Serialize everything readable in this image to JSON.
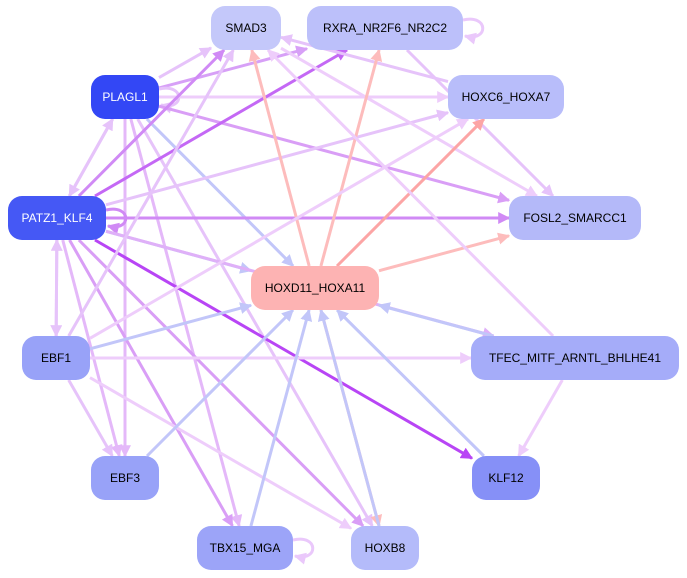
{
  "diagram": {
    "type": "directed-network",
    "nodes": [
      {
        "id": "SMAD3",
        "label": "SMAD3",
        "fill": "#c4c8fa",
        "text": "#000000"
      },
      {
        "id": "RXRA",
        "label": "RXRA_NR2F6_NR2C2",
        "fill": "#bcc0fa",
        "text": "#000000"
      },
      {
        "id": "PLAGL1",
        "label": "PLAGL1",
        "fill": "#3347f5",
        "text": "#ffffff"
      },
      {
        "id": "HOXC6",
        "label": "HOXC6_HOXA7",
        "fill": "#b8bdfa",
        "text": "#000000"
      },
      {
        "id": "PATZ1",
        "label": "PATZ1_KLF4",
        "fill": "#4558f5",
        "text": "#ffffff"
      },
      {
        "id": "FOSL2",
        "label": "FOSL2_SMARCC1",
        "fill": "#b4b9f9",
        "text": "#000000"
      },
      {
        "id": "HOXD11",
        "label": "HOXD11_HOXA11",
        "fill": "#fdb3b3",
        "text": "#000000"
      },
      {
        "id": "EBF1",
        "label": "EBF1",
        "fill": "#98a2f8",
        "text": "#000000"
      },
      {
        "id": "TFEC",
        "label": "TFEC_MITF_ARNTL_BHLHE41",
        "fill": "#a5acf9",
        "text": "#000000"
      },
      {
        "id": "EBF3",
        "label": "EBF3",
        "fill": "#98a2f8",
        "text": "#000000"
      },
      {
        "id": "KLF12",
        "label": "KLF12",
        "fill": "#8690f7",
        "text": "#000000"
      },
      {
        "id": "TBX15",
        "label": "TBX15_MGA",
        "fill": "#9ca4f8",
        "text": "#000000"
      },
      {
        "id": "HOXB8",
        "label": "HOXB8",
        "fill": "#b4bbfa",
        "text": "#000000"
      }
    ],
    "edges": [
      {
        "from": "PLAGL1",
        "to": "SMAD3",
        "color": "#e6c3fa"
      },
      {
        "from": "PLAGL1",
        "to": "RXRA",
        "color": "#d7a0f7"
      },
      {
        "from": "PLAGL1",
        "to": "PLAGL1",
        "color": "#e6c3fa"
      },
      {
        "from": "PLAGL1",
        "to": "HOXC6",
        "color": "#eecdfb"
      },
      {
        "from": "PLAGL1",
        "to": "FOSL2",
        "color": "#d99ef6"
      },
      {
        "from": "PLAGL1",
        "to": "HOXD11",
        "color": "#c2c6f9"
      },
      {
        "from": "PLAGL1",
        "to": "PATZ1",
        "color": "#e6c3fa"
      },
      {
        "from": "PLAGL1",
        "to": "EBF3",
        "color": "#e4b8f9"
      },
      {
        "from": "PLAGL1",
        "to": "TBX15",
        "color": "#e4b8f9"
      },
      {
        "from": "PLAGL1",
        "to": "HOXB8",
        "color": "#e6c3fa"
      },
      {
        "from": "PATZ1",
        "to": "PLAGL1",
        "color": "#e6c3fa"
      },
      {
        "from": "PATZ1",
        "to": "SMAD3",
        "color": "#d08af5"
      },
      {
        "from": "PATZ1",
        "to": "RXRA",
        "color": "#c468f5"
      },
      {
        "from": "PATZ1",
        "to": "PATZ1",
        "color": "#d08af5"
      },
      {
        "from": "PATZ1",
        "to": "HOXC6",
        "color": "#e6c3fa"
      },
      {
        "from": "PATZ1",
        "to": "FOSL2",
        "color": "#d08af5"
      },
      {
        "from": "PATZ1",
        "to": "HOXD11",
        "color": "#c2c6f9"
      },
      {
        "from": "PATZ1",
        "to": "EBF1",
        "color": "#e6c3fa"
      },
      {
        "from": "PATZ1",
        "to": "EBF3",
        "color": "#e4b8f9"
      },
      {
        "from": "PATZ1",
        "to": "TBX15",
        "color": "#d99ef6"
      },
      {
        "from": "PATZ1",
        "to": "HOXB8",
        "color": "#d99ef6"
      },
      {
        "from": "PATZ1",
        "to": "KLF12",
        "color": "#b845f5"
      },
      {
        "from": "PATZ1",
        "to": "TFEC",
        "color": "#dfb0f8"
      },
      {
        "from": "HOXC6",
        "to": "SMAD3",
        "color": "#e6c3fa"
      },
      {
        "from": "RXRA",
        "to": "RXRA",
        "color": "#eac8fb"
      },
      {
        "from": "SMAD3",
        "to": "FOSL2",
        "color": "#eecdfb"
      },
      {
        "from": "RXRA",
        "to": "FOSL2",
        "color": "#e6c3fa"
      },
      {
        "from": "HOXD11",
        "to": "SMAD3",
        "color": "#fdbcbc"
      },
      {
        "from": "HOXD11",
        "to": "RXRA",
        "color": "#fdbcbc"
      },
      {
        "from": "HOXD11",
        "to": "HOXC6",
        "color": "#fca5a5"
      },
      {
        "from": "HOXD11",
        "to": "FOSL2",
        "color": "#fdbcbc"
      },
      {
        "from": "HOXD11",
        "to": "HOXB8",
        "color": "#fdbcbc"
      },
      {
        "from": "EBF1",
        "to": "HOXD11",
        "color": "#c2c6f9"
      },
      {
        "from": "EBF1",
        "to": "PATZ1",
        "color": "#e6c3fa"
      },
      {
        "from": "EBF1",
        "to": "SMAD3",
        "color": "#e6c3fa"
      },
      {
        "from": "EBF1",
        "to": "HOXC6",
        "color": "#eecdfb"
      },
      {
        "from": "EBF1",
        "to": "TFEC",
        "color": "#eecdfb"
      },
      {
        "from": "EBF1",
        "to": "EBF3",
        "color": "#e6c3fa"
      },
      {
        "from": "EBF1",
        "to": "HOXB8",
        "color": "#eecdfb"
      },
      {
        "from": "EBF3",
        "to": "HOXD11",
        "color": "#c2c6f9"
      },
      {
        "from": "TBX15",
        "to": "HOXD11",
        "color": "#c2c6f9"
      },
      {
        "from": "TBX15",
        "to": "TBX15",
        "color": "#eac8fb"
      },
      {
        "from": "HOXB8",
        "to": "HOXD11",
        "color": "#c2c6f9"
      },
      {
        "from": "KLF12",
        "to": "HOXD11",
        "color": "#c2c6f9"
      },
      {
        "from": "TFEC",
        "to": "HOXD11",
        "color": "#c2c6f9"
      },
      {
        "from": "TFEC",
        "to": "KLF12",
        "color": "#eecdfb"
      },
      {
        "from": "TFEC",
        "to": "SMAD3",
        "color": "#eecdfb"
      }
    ]
  }
}
